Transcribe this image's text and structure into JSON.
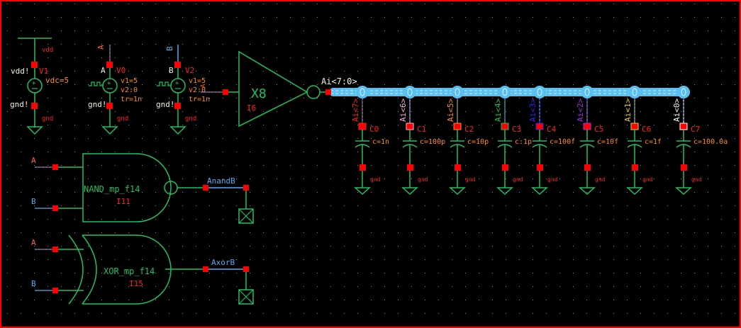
{
  "colors": {
    "background": "#000000",
    "grid_dot": "#8a8aa0",
    "wire": "#20c060",
    "pin": "#ff0000",
    "instance_name": "#ff2020",
    "param": "#ff8c1a",
    "label_white": "#f0f0d8",
    "net_blue": "#5aaaf0",
    "bus": "#5ac0f0",
    "frame": "#ff0000"
  },
  "sources": [
    {
      "id": "V1",
      "type": "dc",
      "top_net": "vdd",
      "top_pin_label": "vdd!",
      "bottom_pin_label": "gnd!",
      "bottom_net": "gnd",
      "params": [
        "vdc=5"
      ]
    },
    {
      "id": "V0",
      "type": "pulse",
      "top_net": "A",
      "top_pin_label": "A",
      "bottom_pin_label": "gnd!",
      "bottom_net": "gnd",
      "params": [
        "v1=5",
        "v2:0",
        "tr=1n"
      ]
    },
    {
      "id": "V2",
      "type": "pulse",
      "top_net": "B",
      "top_pin_label": "B",
      "bottom_pin_label": "gnd!",
      "bottom_net": "gnd",
      "params": [
        "v1=5",
        "v2:0",
        "tr=1n"
      ]
    }
  ],
  "inverter": {
    "cell": "X8",
    "instance": "I6",
    "input_net": "A",
    "output_bus": "Ai<7:0>"
  },
  "capacitors": [
    {
      "id": "C0",
      "net": "Ai<7>",
      "value": "c=1n",
      "bottom_net": "gnd",
      "color": "#ff2020"
    },
    {
      "id": "C1",
      "net": "Ai<6>",
      "value": "c=100p",
      "bottom_net": "gnd",
      "color": "#ffb0e0"
    },
    {
      "id": "C2",
      "net": "Ai<5>",
      "value": "c=10p",
      "bottom_net": "gnd",
      "color": "#ff8c1a"
    },
    {
      "id": "C3",
      "net": "Ai<4>",
      "value": "c:1p",
      "bottom_net": "gnd",
      "color": "#20c060"
    },
    {
      "id": "C4",
      "net": "Ai<3>",
      "value": "c=100f",
      "bottom_net": "gnd",
      "color": "#2a2aff"
    },
    {
      "id": "C5",
      "net": "Ai<2>",
      "value": "c=10f",
      "bottom_net": "gnd",
      "color": "#a030e0"
    },
    {
      "id": "C6",
      "net": "Ai<1>",
      "value": "c=1f",
      "bottom_net": "gnd",
      "color": "#e8d020"
    },
    {
      "id": "C7",
      "net": "Ai<0>",
      "value": "c=100.0a",
      "bottom_net": "gnd",
      "color": "#ffffff"
    }
  ],
  "gates": [
    {
      "type": "nand",
      "cell": "NAND_mp_f14",
      "instance": "I11",
      "inputs": [
        "A",
        "B"
      ],
      "output_net": "AnandB"
    },
    {
      "type": "xor",
      "cell": "XOR_mp_f14",
      "instance": "I15",
      "inputs": [
        "A",
        "B"
      ],
      "output_net": "AxorB"
    }
  ]
}
